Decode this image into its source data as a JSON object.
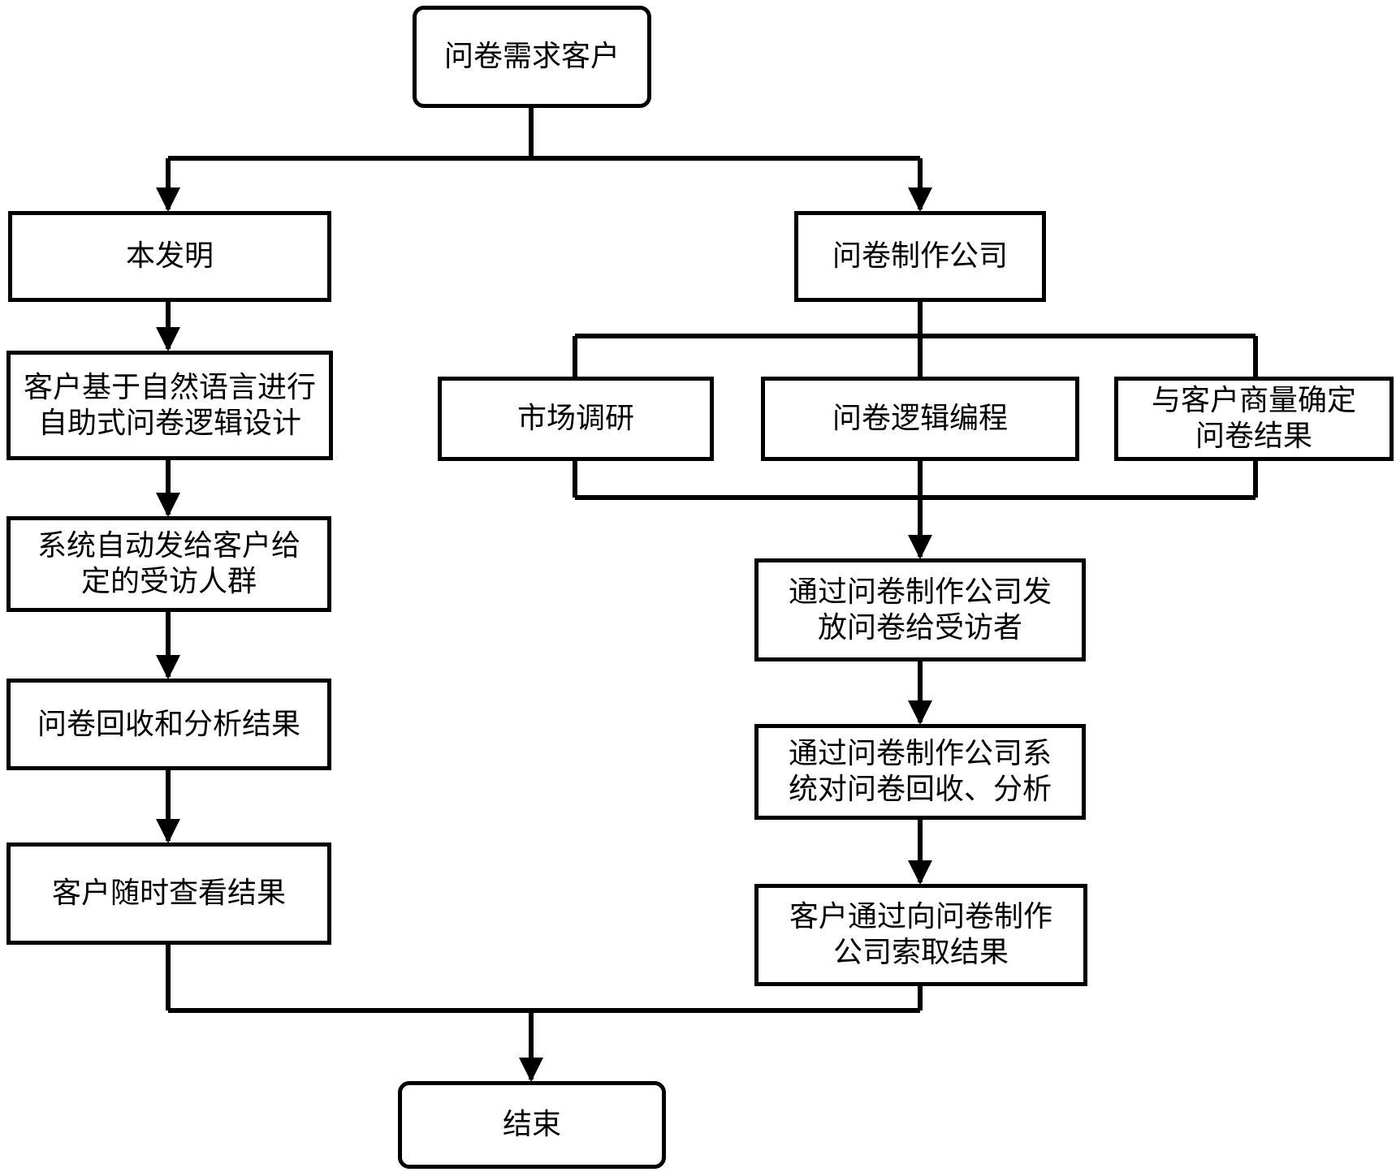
{
  "nodes": {
    "start": "问卷需求客户",
    "invention": "本发明",
    "self_design": "客户基于自然语言进行\n自助式问卷逻辑设计",
    "auto_send": "系统自动发给客户给\n定的受访人群",
    "collect_analyze": "问卷回收和分析结果",
    "view_results": "客户随时查看结果",
    "company": "问卷制作公司",
    "market_research": "市场调研",
    "logic_programming": "问卷逻辑编程",
    "confirm_with_client": "与客户商量确定\n问卷结果",
    "company_distribute": "通过问卷制作公司发\n放问卷给受访者",
    "company_system": "通过问卷制作公司系\n统对问卷回收、分析",
    "client_request": "客户通过向问卷制作\n公司索取结果",
    "end": "结束"
  },
  "colors": {
    "stroke": "#000000",
    "background": "#ffffff"
  }
}
